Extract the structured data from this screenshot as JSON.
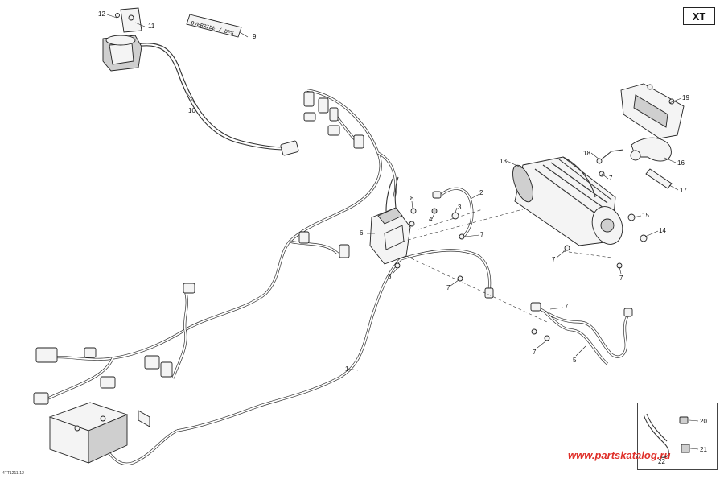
{
  "badge": "XT",
  "drawing_code": "4TT1211-12",
  "watermark": "www.partskatalog.ru",
  "label_override": "OVERRIDE / DPS",
  "callouts": {
    "c1": "1",
    "c2": "2",
    "c3": "3",
    "c4": "4",
    "c5": "5",
    "c6": "6",
    "c7a": "7",
    "c7b": "7",
    "c7c": "7",
    "c7d": "7",
    "c7e": "7",
    "c7f": "7",
    "c7g": "7",
    "c8a": "8",
    "c8b": "8",
    "c9": "9",
    "c10": "10",
    "c11": "11",
    "c12": "12",
    "c13": "13",
    "c14": "14",
    "c15": "15",
    "c16": "16",
    "c17": "17",
    "c18": "18",
    "c19": "19",
    "c20": "20",
    "c21": "21",
    "c22": "22"
  }
}
